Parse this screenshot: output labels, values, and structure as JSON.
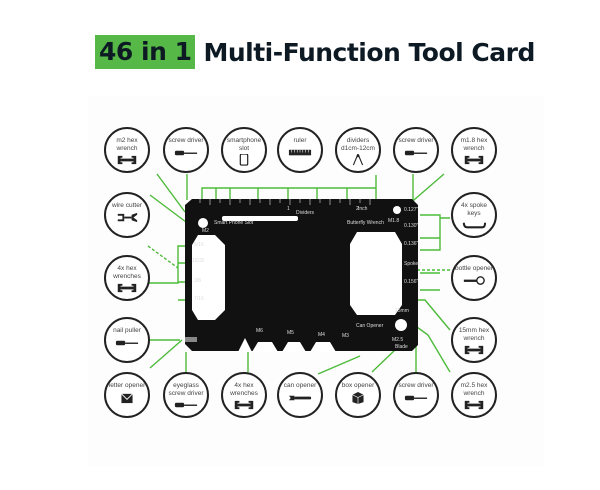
{
  "title": {
    "badge": "46 in 1",
    "text": "Multi-Function Tool Card"
  },
  "colors": {
    "accent": "#56b947",
    "card": "#111111",
    "line": "#4dbb3a"
  },
  "features": {
    "top": [
      {
        "label": "m2 hex wrench",
        "icon": "wrench-icon"
      },
      {
        "label": "screw driver",
        "icon": "screwdriver-icon"
      },
      {
        "label": "smartphone slot",
        "icon": "smartphone-icon"
      },
      {
        "label": "ruler",
        "icon": "ruler-icon"
      },
      {
        "label": "dividers d1cm-12cm",
        "icon": "compass-icon"
      },
      {
        "label": "screw driver",
        "icon": "screwdriver-icon"
      },
      {
        "label": "m1.8 hex wrench",
        "icon": "wrench-icon"
      }
    ],
    "left": [
      {
        "label": "wire cutter",
        "icon": "wire-cutter-icon"
      },
      {
        "label": "4x hex wrenches",
        "icon": "wrench-icon"
      },
      {
        "label": "nail puller",
        "icon": "screwdriver-icon"
      }
    ],
    "right": [
      {
        "label": "4x spoke keys",
        "icon": "spoke-key-icon"
      },
      {
        "label": "bottle opener",
        "icon": "bottle-opener-icon"
      },
      {
        "label": "15mm hex wrench",
        "icon": "wrench-icon"
      }
    ],
    "bottom": [
      {
        "label": "letter opener",
        "icon": "envelope-icon"
      },
      {
        "label": "eyeglass screw driver",
        "icon": "screwdriver-icon"
      },
      {
        "label": "4x hex wrenches",
        "icon": "wrench-icon"
      },
      {
        "label": "can opener",
        "icon": "can-opener-icon"
      },
      {
        "label": "box opener",
        "icon": "box-icon"
      },
      {
        "label": "screw driver",
        "icon": "screwdriver-icon"
      },
      {
        "label": "m2.5 hex wrench",
        "icon": "wrench-icon"
      }
    ]
  },
  "card": {
    "dividers": "Dividers",
    "inch": "Inch",
    "one": "1",
    "two": "2",
    "phone_slot": "Smart Phone Slot",
    "butterfly": "Butterfly Wrench",
    "m2": "M2",
    "m18": "M1.8",
    "m6": "M6",
    "m5": "M5",
    "m4": "M4",
    "m3": "M3",
    "can_opener": "Can Opener",
    "m25": "M2.5",
    "blade": "Blade",
    "s130": "0.130\"",
    "s136": "0.136\"",
    "s156": "0.156\"",
    "s127": "0.127\"",
    "spokes": "Spokes",
    "h516": "5/16",
    "h1532": "15/32",
    "h38": "3/8",
    "h716": "7/16",
    "mm15": "15mm"
  }
}
